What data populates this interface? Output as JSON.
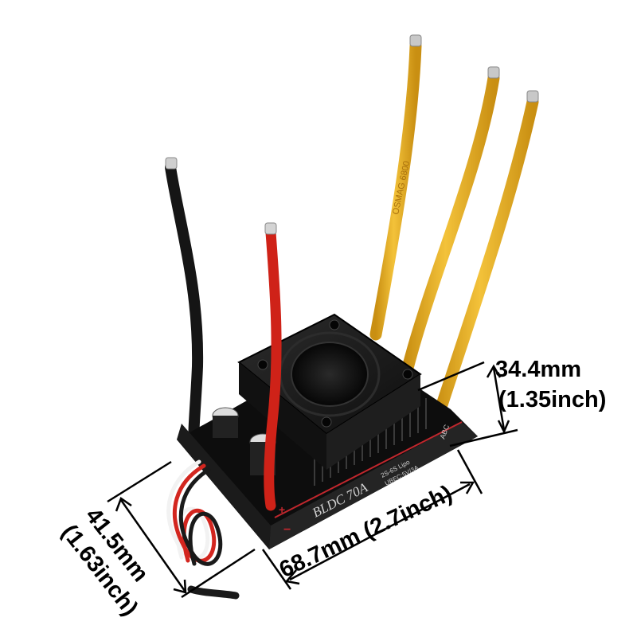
{
  "product": {
    "model_label": "BLDC 70A",
    "spec_line_1": "2S-6S Lipo",
    "spec_line_2": "UBEC:5V/3A",
    "plus_sign": "+",
    "minus_sign": "−",
    "side_text": "ABC",
    "wire_print": "OSMAG 6800"
  },
  "dimensions": {
    "height_mm": "34.4mm",
    "height_inch": "(1.35inch)",
    "width_mm": "41.5mm",
    "width_inch": "(1.63inch)",
    "length": "68.7mm (2.7inch)"
  },
  "colors": {
    "body": "#1a1a1a",
    "motor_wire": "#e8b12a",
    "positive_wire": "#d8261f",
    "negative_wire": "#1c1c1c",
    "accent_red": "#c0272d"
  }
}
